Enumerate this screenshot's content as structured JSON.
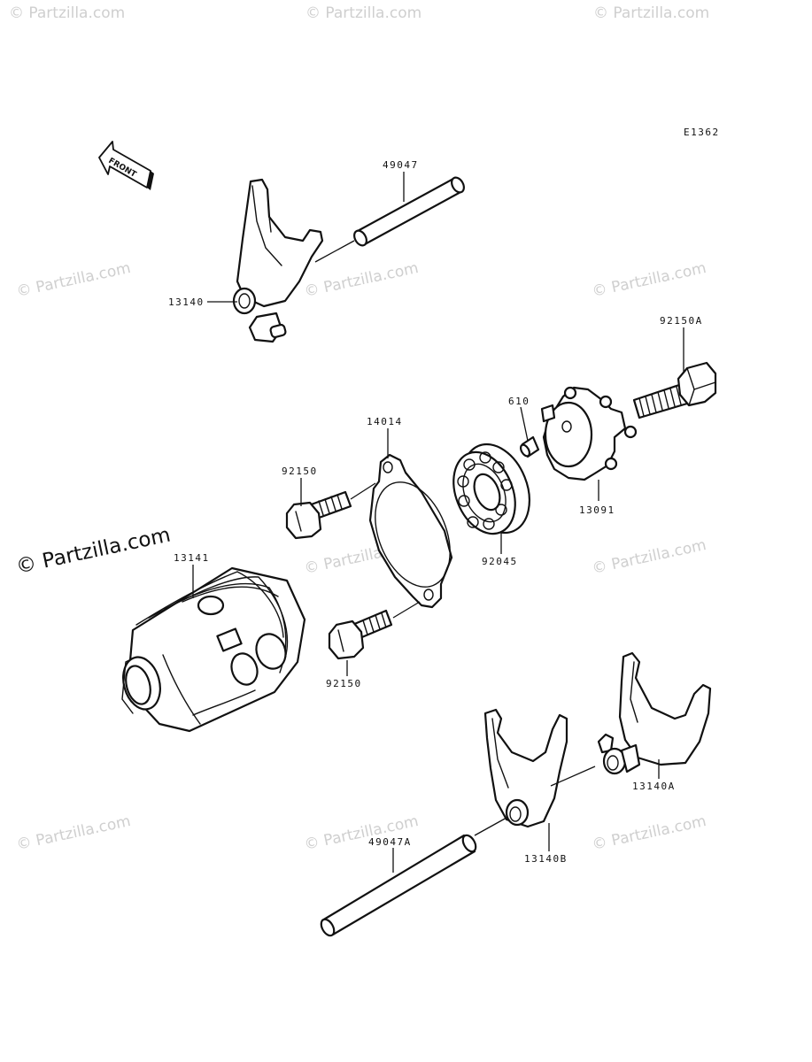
{
  "diagram_code": "E1362",
  "front_label": "FRONT",
  "watermark": "© Partzilla.com",
  "callouts": {
    "p49047": "49047",
    "p13140": "13140",
    "p92150A": "92150A",
    "p610": "610",
    "p14014": "14014",
    "p92150_top": "92150",
    "p13091": "13091",
    "p92045": "92045",
    "p13141": "13141",
    "p92150_bottom": "92150",
    "p13140A": "13140A",
    "p13140B": "13140B",
    "p49047A": "49047A"
  }
}
